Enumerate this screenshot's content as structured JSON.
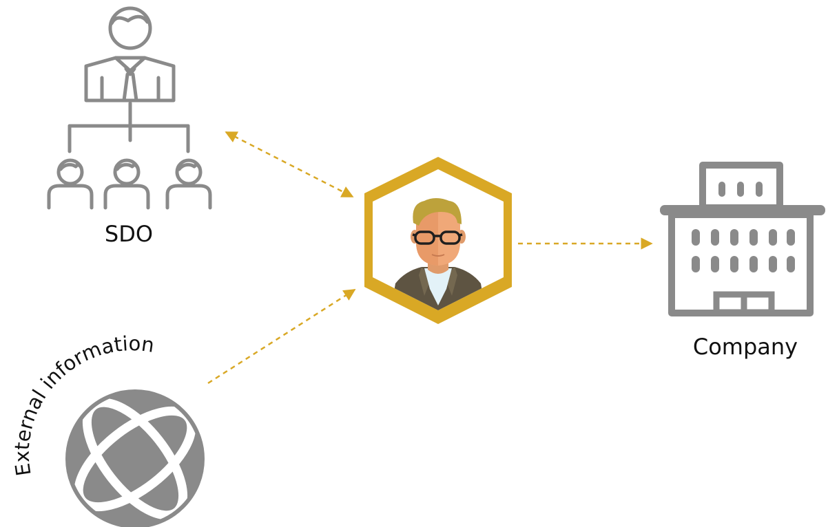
{
  "labels": {
    "sdo": "SDO",
    "company": "Company",
    "external": "External information"
  },
  "icons": {
    "sdo": "organization-chart-icon",
    "person": "person-with-glasses-icon",
    "company": "office-building-icon",
    "external": "globe-icon"
  },
  "colors": {
    "accent": "#D9A825",
    "icon_gray": "#8A8A8A",
    "text": "#111111"
  }
}
